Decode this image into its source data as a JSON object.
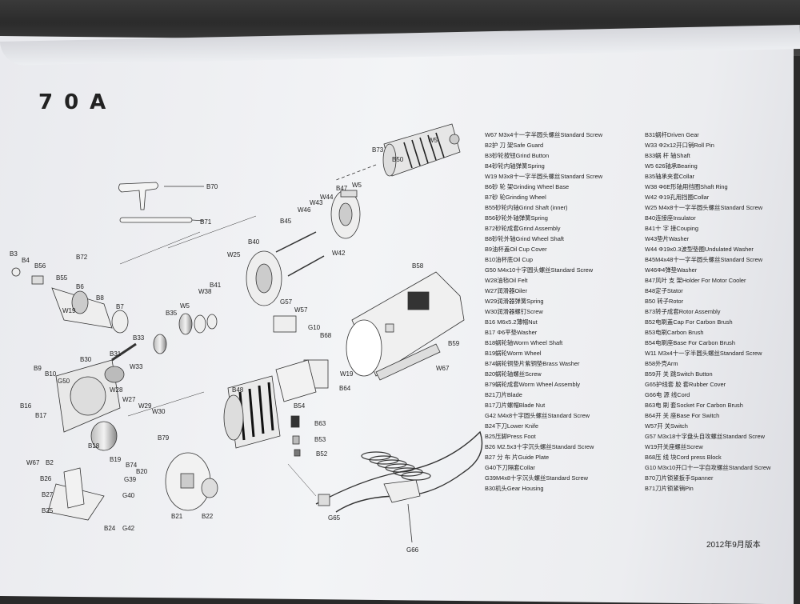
{
  "sheet": {
    "model": "70A",
    "edition": "2012年9月版本"
  },
  "legend": [
    "W67 M3x4十一字半圆头螺丝Standard Screw",
    "B2护 刀 架Safe Guard",
    "B3砂轮按钮Grind Button",
    "B4砂轮内轴弹簧Spring",
    "W19 M3x8十一字半圆头螺丝Standard Screw",
    "B6砂 轮 架Grinding Wheel Base",
    "B7砂 轮Grinding Wheel",
    "B55砂轮内轴Grind Shaft (inner)",
    "B56砂轮外轴弹簧Spring",
    "B72砂轮成套Grind Assembly",
    "B8砂轮外轴Grind Wheel Shaft",
    "B9油杯盖Oil Cup Cover",
    "B10油杯底Oil Cup",
    "G50 M4x10十字圆头螺丝Standard Screw",
    "W28油毡Oil Felt",
    "W27润滑器Oiler",
    "W29润滑器弹簧Spring",
    "W30润滑器螺钉Screw",
    "B16 M6x5.2薄帽Nut",
    "B17 Φ6平垫Washer",
    "B18蜗轮轴Worm Wheel Shaft",
    "B19蜗轮Worm Wheel",
    "B74蜗轮铜垫片紫铜垫Brass Washer",
    "B20蜗轮轴螺丝Screw",
    "B79蜗轮成套Worm Wheel Assembly",
    "B21刀片Blade",
    "B17刀片螺帽Blade Nut",
    "G42 M4x8十字圆头螺丝Standard Screw",
    "B24下刀Lower Knife",
    "B25压脚Press Foot",
    "B26 M2.5x3十字沉头螺丝Standard Screw",
    "B27 分 布 片Guide Plate",
    "G40下刀隔套Collar",
    "G39M4x8十字沉头螺丝Standard Screw",
    "B30机头Gear Housing",
    "",
    "",
    "B31蜗杆Driven Gear",
    "W33 Φ2x12开口销Roll Pin",
    "B33蜗 杆 轴Shaft",
    "W5 626轴承Bearing",
    "B35轴承夹套Collar",
    "W38 Φ6E形轴用挡圈Shaft Ring",
    "W42 Φ19孔用挡圈Collar",
    "W25 M4x8十一字半圆头螺丝Standard Screw",
    "B40连接座Insulator",
    "B41十 字 接Couping",
    "W43垫片Washer",
    "W44 Φ19x0.3波型垫圈Undulated Washer",
    "B45M4x48十一字半圆头螺丝Standard Screw",
    "W46Φ4弹垫Washer",
    "B47风叶 支 架Holder For Motor Cooler",
    "B48定子Stator",
    "B50 转子Rotor",
    "B73转子成套Rotor Assembly",
    "B52电刷盖Cap For Carbon Brush",
    "B53电刷Carbon Brush",
    "B54电刷座Base For Carbon Brush",
    "W11 M3x4十一字半圆头螺丝Standard Screw",
    "B58外壳Arm",
    "B59开 关 跳Switch Button",
    "G65护线套 胶 套Rubber Cover",
    "G66电 源 线Cord",
    "B63电 刷 套Socket For Carbon Brush",
    "B64开 关 座Base For Switch",
    "W57开 关Switch",
    "G57 M3x18十字盘头自攻螺丝Standard Screw",
    "W19开关座螺丝Screw",
    "B68压 线 块Cord press Block",
    "G10 M3x10开口十一字自攻螺丝Standard Screw",
    "B70刀片锁紧扳手Spanner",
    "B71刀片锁紧销Pin"
  ],
  "part_labels": [
    "B70",
    "B71",
    "B73",
    "B50",
    "W5",
    "W5",
    "B47",
    "W44",
    "W43",
    "W46",
    "B45",
    "W42",
    "B40",
    "W25",
    "B41",
    "W38",
    "W5",
    "B35",
    "B33",
    "B31",
    "W33",
    "B3",
    "B4",
    "B56",
    "B72",
    "B55",
    "B6",
    "W19",
    "B8",
    "B7",
    "B9",
    "B10",
    "G50",
    "B16",
    "B17",
    "B30",
    "W28",
    "W27",
    "W29",
    "W30",
    "B18",
    "B79",
    "B19",
    "B74",
    "B20",
    "W67",
    "B2",
    "B26",
    "G39",
    "B27",
    "G40",
    "B25",
    "B24",
    "G42",
    "B21",
    "B22",
    "B58",
    "B59",
    "W67",
    "G57",
    "W57",
    "G10",
    "B68",
    "W19",
    "B64",
    "B48",
    "B54",
    "B63",
    "B53",
    "B52",
    "G65",
    "G66"
  ]
}
